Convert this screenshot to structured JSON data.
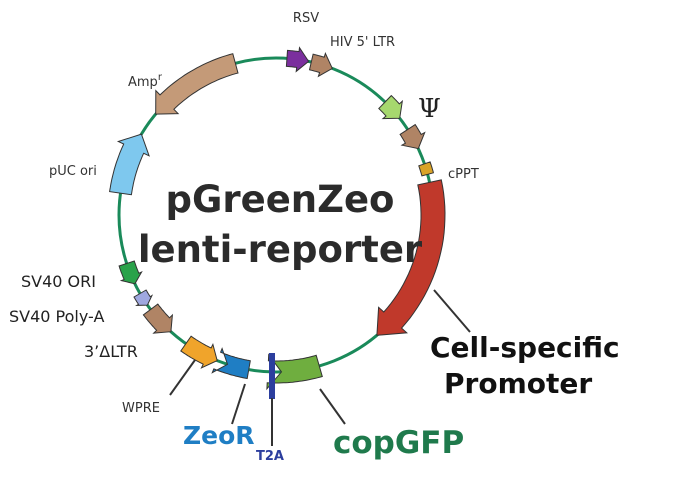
{
  "title": {
    "line1": "pGreenZeo",
    "line2": "lenti-reporter"
  },
  "colors": {
    "backbone": "#1a8a5a",
    "purple": "#7b2f9e",
    "tan": "#b08465",
    "light_green": "#a6d86e",
    "gold": "#d9a328",
    "red": "#c0392b",
    "green": "#6fae3f",
    "blue": "#1f7ec4",
    "navy": "#2c3e9e",
    "orange": "#f0a42b",
    "lavender": "#9fa8e0",
    "dark_green": "#2aa24a",
    "light_blue": "#7ec8ee",
    "brown": "#c49a78",
    "gfp_text": "#1f7a4c",
    "zeo_text": "#1f7ec4",
    "t2a_text": "#2c3e9e"
  },
  "features": {
    "rsv": "RSV",
    "hiv_ltr": "HIV 5' LTR",
    "psi": "Ψ",
    "cppt": "cPPT",
    "promoter_line1": "Cell-specific",
    "promoter_line2": "Promoter",
    "copgfp": "copGFP",
    "t2a": "T2A",
    "zeor": "ZeoR",
    "wpre": "WPRE",
    "ltr3": "3’ΔLTR",
    "sv40_polya": "SV40 Poly-A",
    "sv40_ori": "SV40 ORI",
    "puc_ori": "pUC ori",
    "amp": "Amp",
    "amp_sup": "r"
  }
}
